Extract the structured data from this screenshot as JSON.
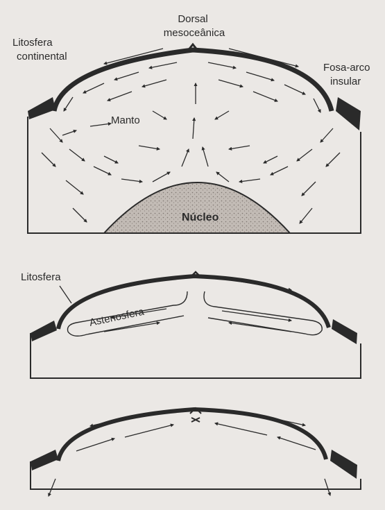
{
  "labels": {
    "dorsal": "Dorsal",
    "mesoceanica": "mesoceânica",
    "litosfera_continental_1": "Litosfera",
    "litosfera_continental_2": "continental",
    "fosa_arco_1": "Fosa-arco",
    "fosa_arco_2": "insular",
    "manto": "Manto",
    "nucleo": "Núcleo",
    "litosfera": "Litosfera",
    "astenosfera": "Astenosfera"
  },
  "colors": {
    "paper": "#ebe8e5",
    "ink": "#2a2a2a",
    "core_fill": "#bdb6b0"
  }
}
